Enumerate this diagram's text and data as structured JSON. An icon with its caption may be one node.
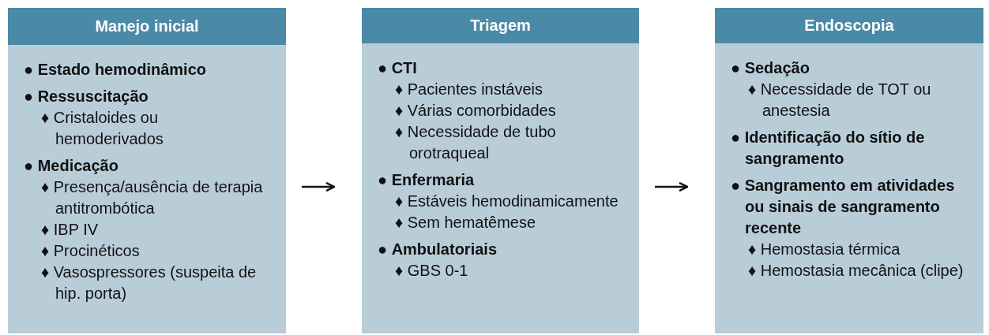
{
  "diagram": {
    "nodes": [
      {
        "text": [
          "Manejo inicial",
          "● **Estado hemodinâmico**",
          "● **Ressuscitação**",
          "♦ Cristaloides ou hemoderivados",
          "● **Medicação**",
          "♦ Presença/ausência de terapia antitrombótica",
          "♦ IBP IV",
          "♦ Procinéticos",
          "♦ Vasospressores (suspeita de hip. porta)"
        ]
      },
      {
        "text": [
          "Triagem",
          "● **CTI**",
          "♦ Pacientes instáveis",
          "♦ Várias comorbidades",
          "♦ Necessidade de tubo orotraqueal",
          "● **Enfermaria**",
          "♦ Estáveis hemodinamicamente",
          "♦ Sem hematêmese",
          "● **Ambulatoriais**",
          "♦ GBS 0-1"
        ]
      },
      {
        "text": [
          "Endoscopia",
          "● **Sedação**",
          "♦ Necessidade de TOT ou anestesia",
          "● **Identificação do sítio de sangramento**",
          "● **Sangramento em atividades ou sinais de sangramento recente**",
          "♦ Hemostasia térmica",
          "♦ Hemostasia mecânica (clipe)"
        ]
      }
    ],
    "edges": [
      {
        "from": 0,
        "to": 1,
        "arrow": "to"
      },
      {
        "from": 1,
        "to": 2,
        "arrow": "to"
      }
    ]
  }
}
